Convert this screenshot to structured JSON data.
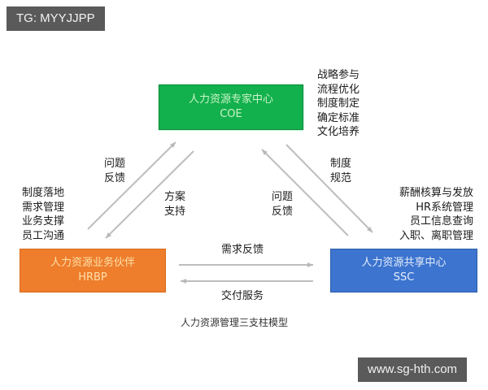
{
  "watermarks": {
    "top_left": "TG: MYYJJPP",
    "bottom_right": "www.sg-hth.com"
  },
  "nodes": {
    "coe": {
      "title": "人力资源专家中心",
      "abbr": "COE",
      "color": "#13b04e",
      "duties": [
        "战略参与",
        "流程优化",
        "制度制定",
        "确定标准",
        "文化培养"
      ]
    },
    "hrbp": {
      "title": "人力资源业务伙伴",
      "abbr": "HRBP",
      "color": "#ee7d2c",
      "duties": [
        "制度落地",
        "需求管理",
        "业务支撑",
        "员工沟通"
      ]
    },
    "ssc": {
      "title": "人力资源共享中心",
      "abbr": "SSC",
      "color": "#3c74cf",
      "duties": [
        "薪酬核算与发放",
        "HR系统管理",
        "员工信息查询",
        "入职、离职管理"
      ]
    }
  },
  "edges": {
    "hrbp_to_coe": {
      "line1": "问题",
      "line2": "反馈"
    },
    "coe_to_hrbp": {
      "line1": "方案",
      "line2": "支持"
    },
    "ssc_to_coe": {
      "line1": "问题",
      "line2": "反馈"
    },
    "coe_to_ssc": {
      "line1": "制度",
      "line2": "规范"
    },
    "hrbp_to_ssc": "需求反馈",
    "ssc_to_hrbp": "交付服务"
  },
  "caption": "人力资源管理三支柱模型"
}
